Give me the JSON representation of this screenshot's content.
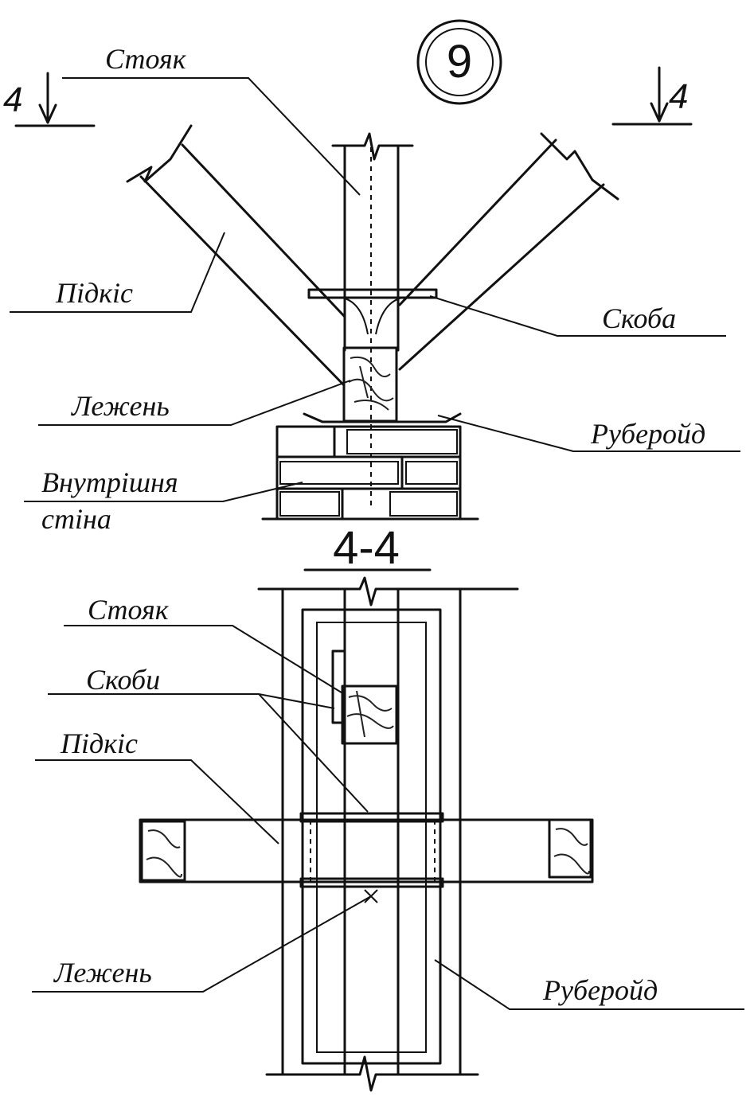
{
  "detail_number": "9",
  "section_mark": "4",
  "section_title": "4-4",
  "top_view": {
    "labels": {
      "post": "Стояк",
      "brace": "Підкіс",
      "bracket": "Скоба",
      "sill": "Лежень",
      "roofing_felt": "Руберойд",
      "inner_wall_line1": "Внутрішня",
      "inner_wall_line2": "стіна"
    }
  },
  "section_view": {
    "labels": {
      "post": "Стояк",
      "brackets": "Скоби",
      "brace": "Підкіс",
      "sill": "Лежень",
      "roofing_felt": "Руберойд"
    }
  }
}
